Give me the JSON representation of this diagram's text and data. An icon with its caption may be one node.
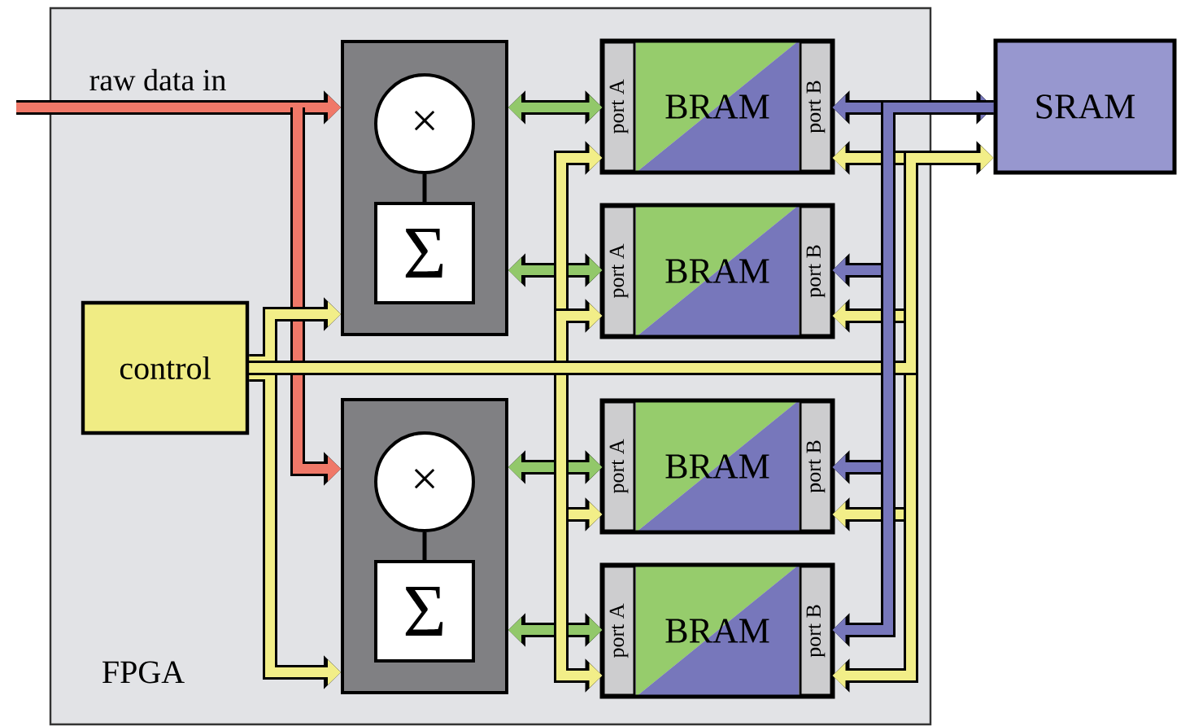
{
  "diagram": {
    "nodes": [
      {
        "text": [
          "FPGA"
        ]
      },
      {
        "text": [
          "control"
        ],
        "in": 0
      },
      {
        "text": [],
        "shape": "box",
        "in": 0
      },
      {
        "text": [
          "×"
        ],
        "in": 2
      },
      {
        "text": [
          "Σ"
        ],
        "in": 2
      },
      {
        "text": [],
        "shape": "box",
        "in": 0
      },
      {
        "text": [
          "×"
        ],
        "in": 5
      },
      {
        "text": [
          "Σ"
        ],
        "in": 5
      },
      {
        "text": [
          "BRAM"
        ],
        "in": 0
      },
      {
        "text": [
          "port A"
        ],
        "in": 8
      },
      {
        "text": [
          "port B"
        ],
        "in": 8
      },
      {
        "text": [
          "BRAM"
        ],
        "in": 0
      },
      {
        "text": [
          "port A"
        ],
        "in": 11
      },
      {
        "text": [
          "port B"
        ],
        "in": 11
      },
      {
        "text": [
          "BRAM"
        ],
        "in": 0
      },
      {
        "text": [
          "port A"
        ],
        "in": 14
      },
      {
        "text": [
          "port B"
        ],
        "in": 14
      },
      {
        "text": [
          "BRAM"
        ],
        "in": 0
      },
      {
        "text": [
          "port A"
        ],
        "in": 17
      },
      {
        "text": [
          "port B"
        ],
        "in": 17
      },
      {
        "text": [
          "SRAM"
        ]
      }
    ],
    "edges": [
      {
        "from": null,
        "to": 2,
        "arrow": "to",
        "label": "raw data in",
        "color": "#f07868"
      },
      {
        "from": null,
        "to": 5,
        "arrow": "to",
        "color": "#f07868"
      },
      {
        "from": 2,
        "to": 9,
        "arrow": "both",
        "color": "#92c86a"
      },
      {
        "from": 2,
        "to": 12,
        "arrow": "both",
        "color": "#92c86a"
      },
      {
        "from": 5,
        "to": 15,
        "arrow": "both",
        "color": "#92c86a"
      },
      {
        "from": 5,
        "to": 18,
        "arrow": "both",
        "color": "#92c86a"
      },
      {
        "from": 1,
        "to": 2,
        "arrow": "to",
        "color": "#f2ee88"
      },
      {
        "from": 1,
        "to": 5,
        "arrow": "to",
        "color": "#f2ee88"
      },
      {
        "from": 1,
        "to": 9,
        "arrow": "to",
        "color": "#f2ee88"
      },
      {
        "from": 1,
        "to": 12,
        "arrow": "to",
        "color": "#f2ee88"
      },
      {
        "from": 1,
        "to": 15,
        "arrow": "to",
        "color": "#f2ee88"
      },
      {
        "from": 1,
        "to": 18,
        "arrow": "to",
        "color": "#f2ee88"
      },
      {
        "from": 1,
        "to": 10,
        "arrow": "to",
        "color": "#f2ee88"
      },
      {
        "from": 1,
        "to": 13,
        "arrow": "to",
        "color": "#f2ee88"
      },
      {
        "from": 1,
        "to": 16,
        "arrow": "to",
        "color": "#f2ee88"
      },
      {
        "from": 1,
        "to": 19,
        "arrow": "to",
        "color": "#f2ee88"
      },
      {
        "from": 1,
        "to": 20,
        "arrow": "to",
        "color": "#f2ee88"
      },
      {
        "from": 20,
        "to": 10,
        "arrow": "both",
        "color": "#7777bb"
      },
      {
        "from": 20,
        "to": 13,
        "arrow": "to",
        "color": "#7777bb"
      },
      {
        "from": 20,
        "to": 16,
        "arrow": "to",
        "color": "#7777bb"
      },
      {
        "from": 20,
        "to": 19,
        "arrow": "to",
        "color": "#7777bb"
      },
      {
        "from": 3,
        "to": 4,
        "arrow": "none",
        "color": "#000000"
      },
      {
        "from": 6,
        "to": 7,
        "arrow": "none",
        "color": "#000000"
      }
    ]
  }
}
